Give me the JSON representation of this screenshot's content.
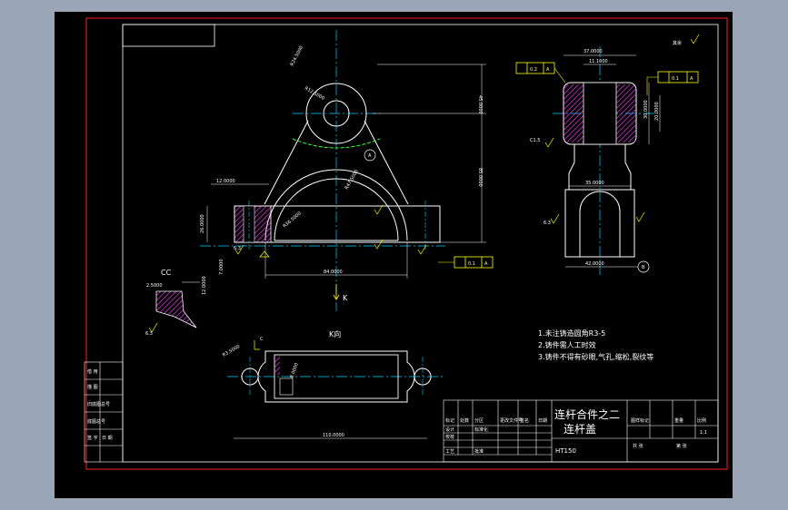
{
  "colors": {
    "frame": "#ff2020",
    "outline": "#ffffff",
    "center": "#00cfff",
    "dimension": "#ffffff",
    "symbol": "#ffff00",
    "hatch": "#ff40ff",
    "arc": "#30ff30",
    "background": "#000000",
    "desktop": "#9aa6b5"
  },
  "roughness_other": "其余",
  "front_view": {
    "dim_top_height": "45.0000",
    "dim_mid_height": "85.0000",
    "dim_left_width": "12.0000",
    "dim_left_height": "26.0000",
    "dim_bottom_width": "84.0000",
    "dim_foot": "7.0000",
    "radius_top": "R24.5000",
    "radius_hole": "R12.5000",
    "radius_inner": "R36.5000",
    "radius_outer": "R47.5000",
    "datum_a": "A",
    "roughness": "6.3",
    "tol_perp_value": "0.1",
    "tol_perp_datum": "A",
    "section_label": "K"
  },
  "detail_view": {
    "label": "CC",
    "dim_h": "2.5000",
    "dim_v": "12.0000",
    "roughness": "6.3"
  },
  "side_view": {
    "dim_top": "37.0000",
    "dim_hole": "11.1000",
    "dim_mid_width": "35.0000",
    "dim_bottom_width": "42.0000",
    "dim_height": "30.0000",
    "dim_slot": "20.0000",
    "tol_left_value": "0.2",
    "tol_left_datum": "A",
    "tol_right_value": "0.1",
    "tol_right_datum": "A",
    "chamfer": "C1.5",
    "roughness": "6.3",
    "datum_b": "B"
  },
  "top_view": {
    "label": "K向",
    "section_c": "C",
    "dim_width": "110.0000",
    "radius": "R3.5000",
    "inner_dim": "8.0000"
  },
  "tech_notes": [
    "1.未注铸造圆角R3-5",
    "2.铸件需人工时效",
    "3.铸件不得有砂眼,气孔,缩松,裂纹等"
  ],
  "title_block": {
    "part_name_1": "连杆合件之二",
    "part_name_2": "连杆盖",
    "material": "HT150",
    "scale_ref": "1:1",
    "design": "设计",
    "check": "校核",
    "process": "工艺",
    "standard": "标准化",
    "approve": "批准",
    "mark": "标记",
    "count": "处数",
    "zone": "分区",
    "doc_no": "更改文件号",
    "sign": "签名",
    "date": "日期",
    "weight": "重量",
    "ratio": "比例",
    "drawing_no": "图样标记",
    "sheet_total": "共 张",
    "sheet_no": "第 张"
  },
  "side_table": {
    "r1": "借 用",
    "r2": "描 图",
    "r3": "旧底图总号",
    "r4": "底图总号",
    "r5a": "签 字",
    "r5b": "日 期"
  }
}
